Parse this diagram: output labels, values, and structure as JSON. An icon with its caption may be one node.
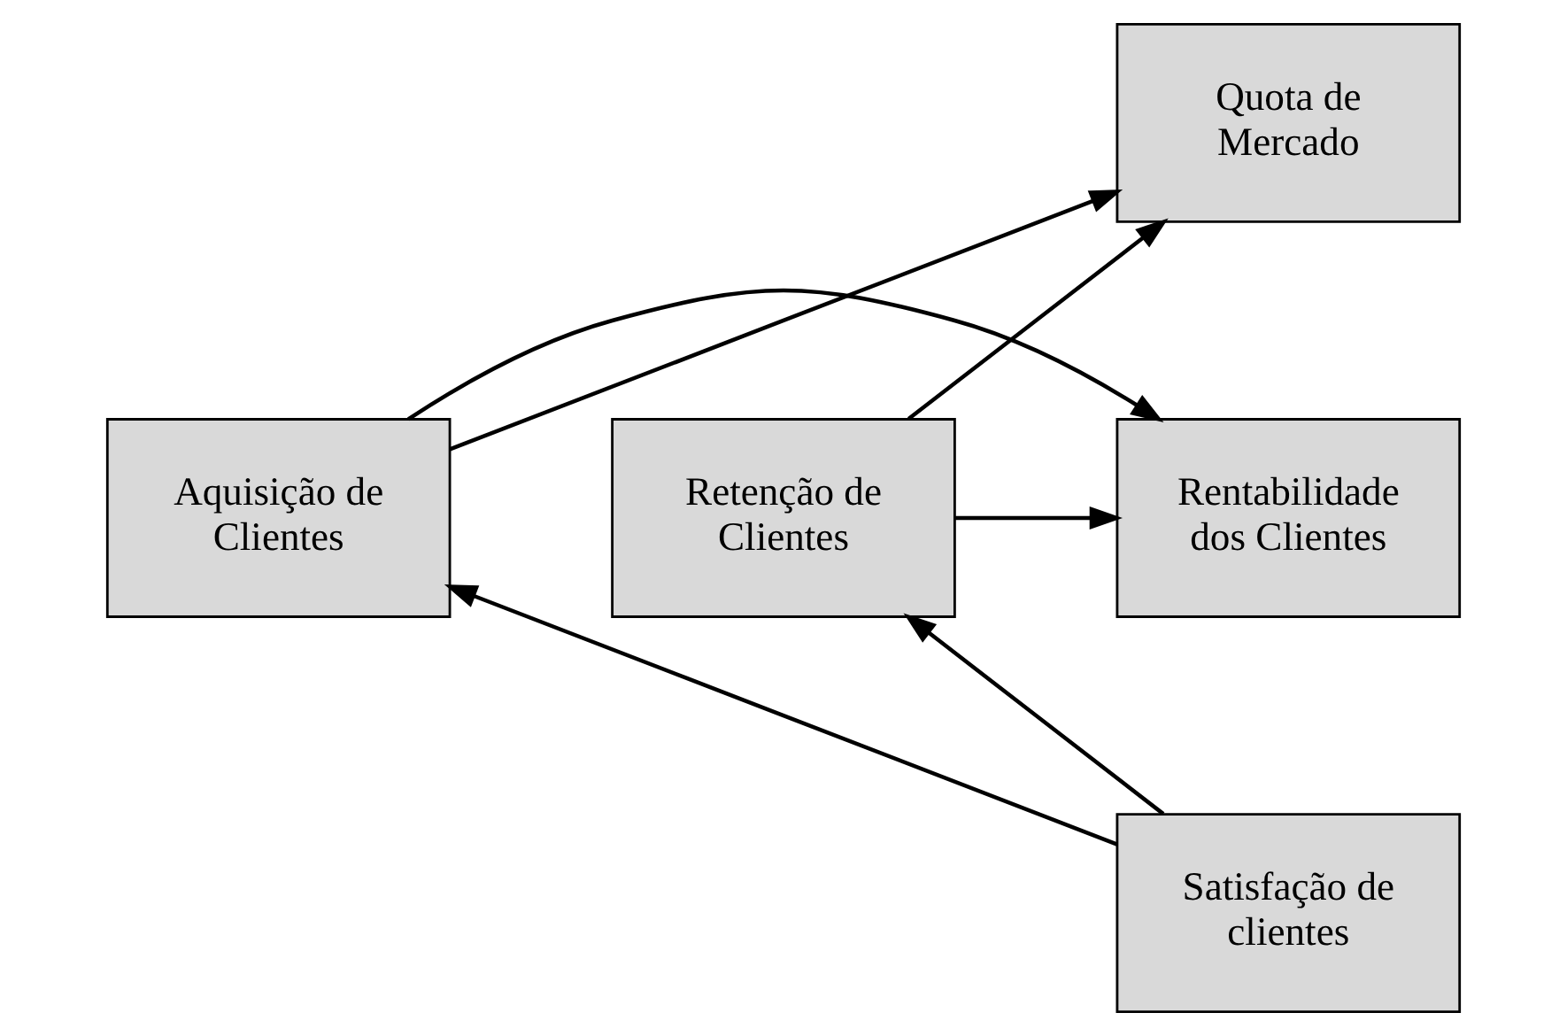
{
  "diagram": {
    "nodes": [
      {
        "text": [
          "Quota de Mercado"
        ]
      },
      {
        "text": [
          "Aquisição de Clientes"
        ]
      },
      {
        "text": [
          "Rentabilidade dos Clientes"
        ]
      },
      {
        "text": [
          "Retenção de Clientes"
        ]
      },
      {
        "text": [
          "Satisfação de clientes"
        ]
      }
    ],
    "edges": [
      {
        "from": 1,
        "to": 0,
        "arrow": "to"
      },
      {
        "from": 3,
        "to": 0,
        "arrow": "to"
      },
      {
        "from": 1,
        "to": 2,
        "arrow": "to"
      },
      {
        "from": 3,
        "to": 2,
        "arrow": "to"
      },
      {
        "from": 4,
        "to": 1,
        "arrow": "to"
      },
      {
        "from": 4,
        "to": 3,
        "arrow": "to"
      }
    ]
  }
}
